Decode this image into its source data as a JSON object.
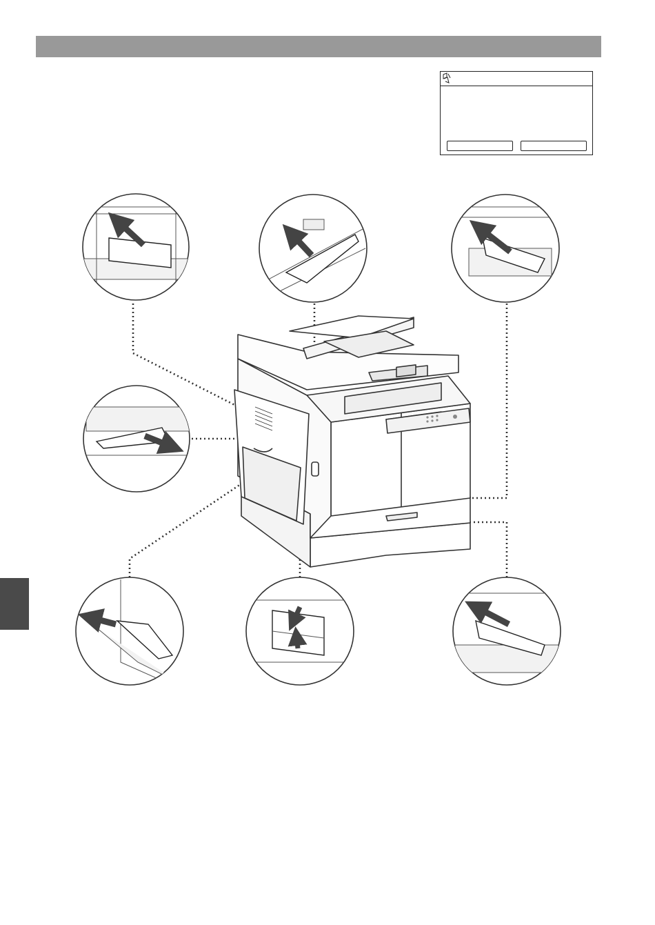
{
  "page": {
    "header_bar": "",
    "side_tab": ""
  },
  "lcd": {
    "icon": "paper-jam-icon",
    "left_button_label": "",
    "right_button_label": ""
  },
  "illustration": {
    "machine": "multifunction-printer",
    "detail_views": [
      {
        "id": "fixing-unit",
        "icon": "jam-removal-arrow-icon"
      },
      {
        "id": "document-feeder",
        "icon": "jam-removal-arrow-icon"
      },
      {
        "id": "paper-drawer-1",
        "icon": "jam-removal-arrow-icon"
      },
      {
        "id": "output-area",
        "icon": "jam-removal-arrow-icon"
      },
      {
        "id": "multi-purpose-tray",
        "icon": "jam-removal-arrow-icon"
      },
      {
        "id": "duplex-transport",
        "icon": "jam-removal-arrow-icon"
      },
      {
        "id": "paper-drawer-2",
        "icon": "jam-removal-arrow-icon"
      }
    ]
  }
}
